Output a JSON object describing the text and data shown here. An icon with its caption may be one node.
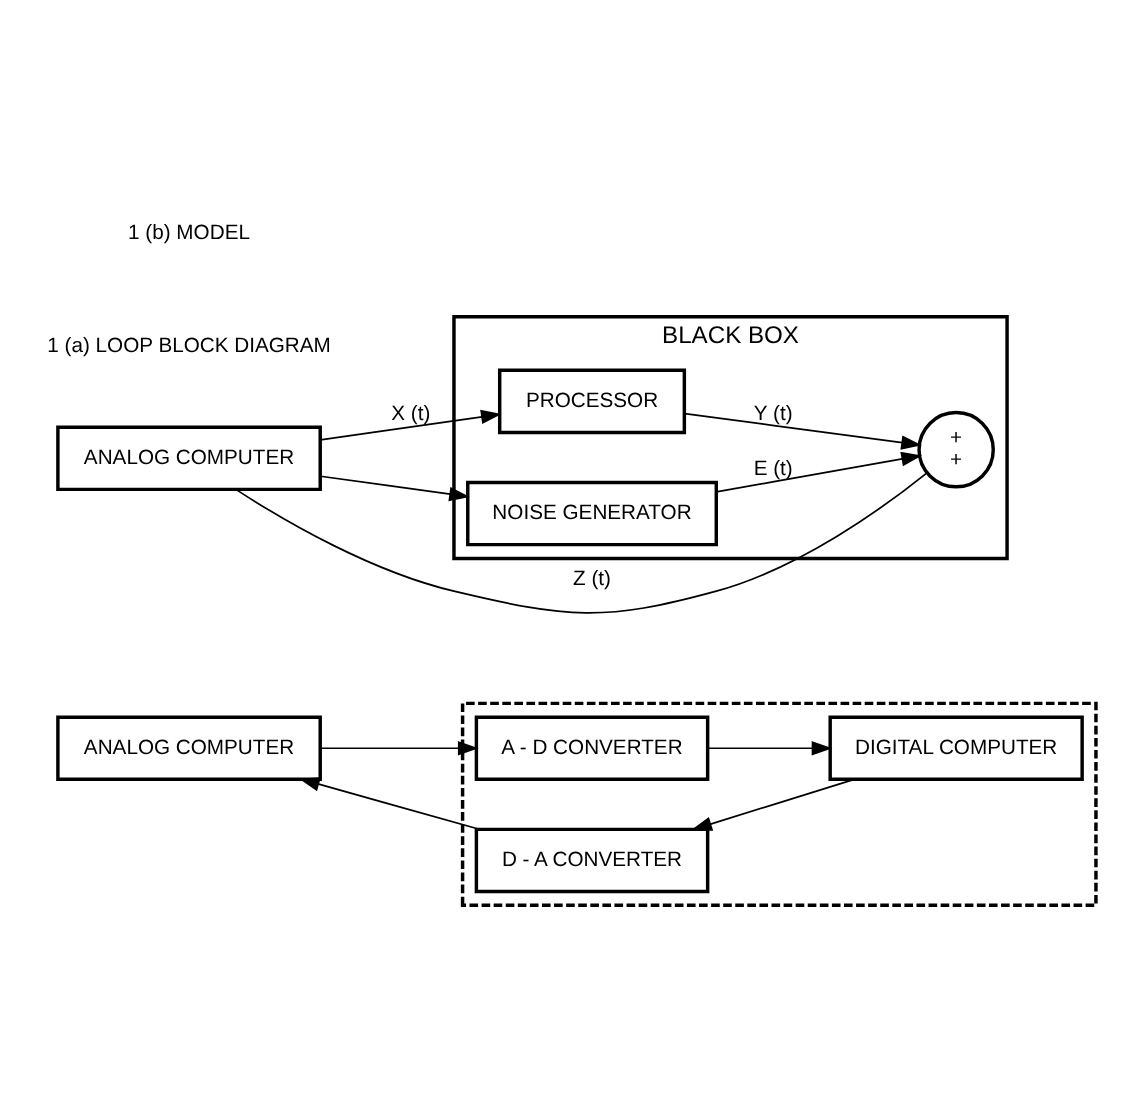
{
  "diagram": {
    "nodes": [
      {
        "text": [
          "ANALOG COMPUTER"
        ]
      },
      {
        "text": [],
        "shape": "box"
      },
      {
        "text": [
          "A - D CONVERTER"
        ],
        "in": 1
      },
      {
        "text": [
          "D - A CONVERTER"
        ],
        "in": 1
      },
      {
        "text": [
          "DIGITAL COMPUTER"
        ],
        "in": 1
      },
      {
        "text": [
          "ANALOG COMPUTER"
        ]
      },
      {
        "text": [
          "BLACK BOX"
        ]
      },
      {
        "text": [
          "PROCESSOR"
        ],
        "in": 6
      },
      {
        "text": [
          "NOISE GENERATOR"
        ],
        "in": 6
      },
      {
        "text": [
          "+",
          "+"
        ],
        "in": 6
      }
    ],
    "edges": [
      {
        "from": 0,
        "to": 2,
        "arrow": "to"
      },
      {
        "from": 2,
        "to": 4,
        "arrow": "to"
      },
      {
        "from": 4,
        "to": 3,
        "arrow": "to"
      },
      {
        "from": 3,
        "to": 0,
        "arrow": "to"
      },
      {
        "from": 5,
        "to": 7,
        "arrow": "to",
        "label": "X (t)"
      },
      {
        "from": 5,
        "to": 8,
        "arrow": "to"
      },
      {
        "from": 7,
        "to": 9,
        "arrow": "to",
        "label": "Y (t)"
      },
      {
        "from": 5,
        "to": 9,
        "arrow": "none",
        "label": "Z (t)"
      },
      {
        "from": 8,
        "to": 9,
        "arrow": "to",
        "label": "E (t)"
      }
    ],
    "labels": [
      "1 (a) LOOP BLOCK DIAGRAM",
      "1 (b) MODEL"
    ]
  }
}
